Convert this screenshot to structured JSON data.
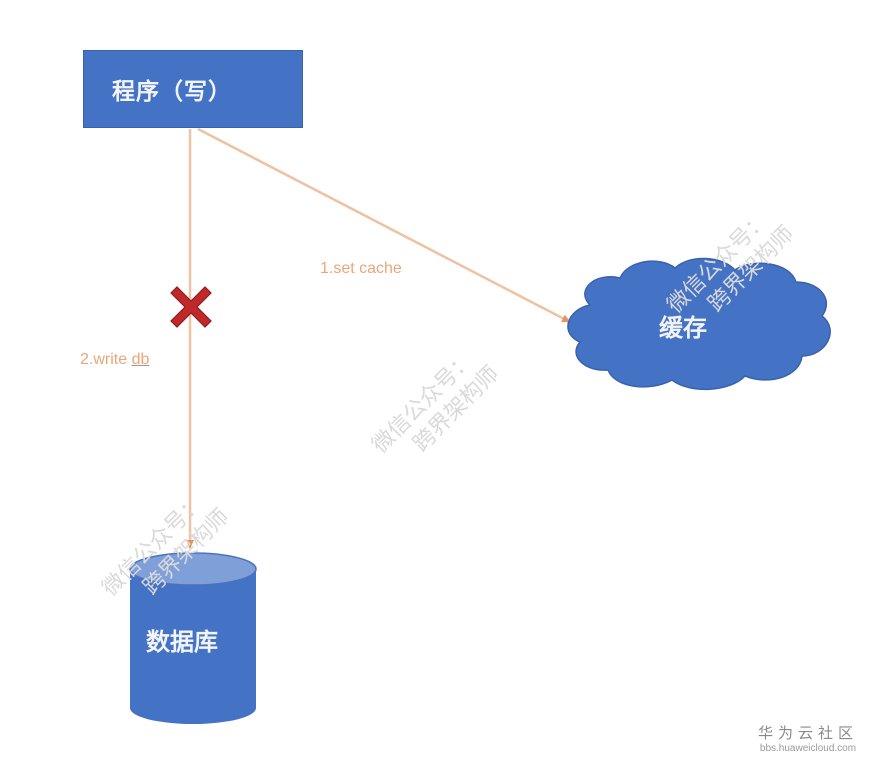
{
  "diagram": {
    "nodes": {
      "program": {
        "label": "程序（写）",
        "color": "#4472c4"
      },
      "cache": {
        "label": "缓存",
        "color": "#4472c4"
      },
      "database": {
        "label": "数据库",
        "color": "#4472c4",
        "top_color": "#7f9fd9"
      }
    },
    "edges": [
      {
        "from": "program",
        "to": "cache",
        "label": "1.set cache",
        "color": "#e8b48f"
      },
      {
        "from": "program",
        "to": "database",
        "label_prefix": "2.write ",
        "label_underlined": "db",
        "color": "#e8b48f",
        "failed": true
      }
    ],
    "failure_marker": {
      "icon": "x-mark-icon",
      "color": "#c0282a"
    },
    "watermark": {
      "line1": "微信公众号：",
      "line2": "跨界架构师",
      "count": 3
    },
    "brand": {
      "name": "华为云社区",
      "url": "bbs.huaweicloud.com"
    }
  }
}
